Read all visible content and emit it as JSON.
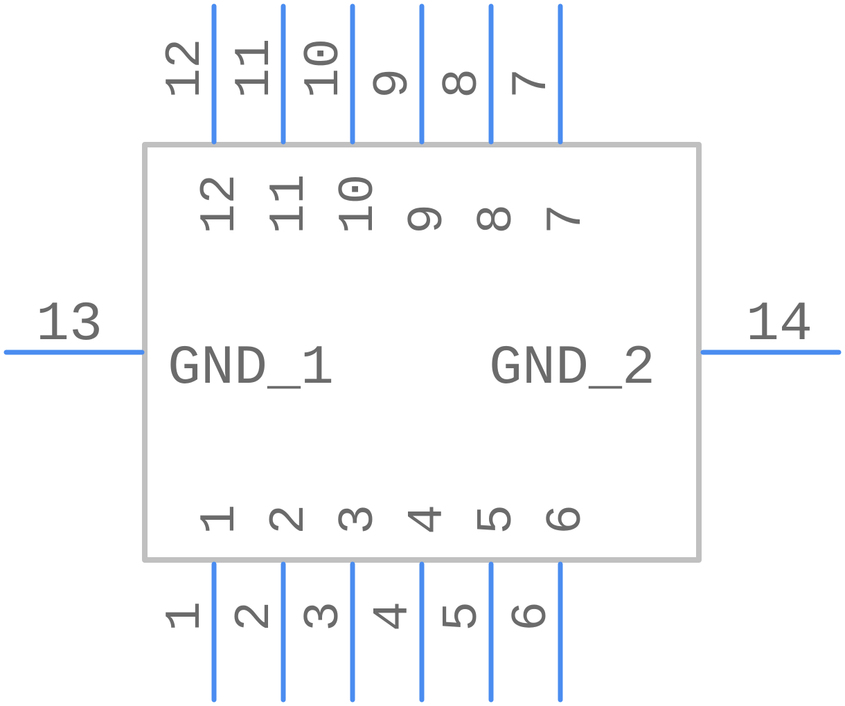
{
  "component": {
    "top_pins": [
      "12",
      "11",
      "10",
      "9",
      "8",
      "7"
    ],
    "bottom_pins": [
      "1",
      "2",
      "3",
      "4",
      "5",
      "6"
    ],
    "left_pin": "13",
    "right_pin": "14",
    "left_net": "GND_1",
    "right_net": "GND_2"
  },
  "colors": {
    "pin": "#4a8cf0",
    "body": "#c0c0c0",
    "text": "#6b6b6b",
    "background": "#ffffff"
  }
}
